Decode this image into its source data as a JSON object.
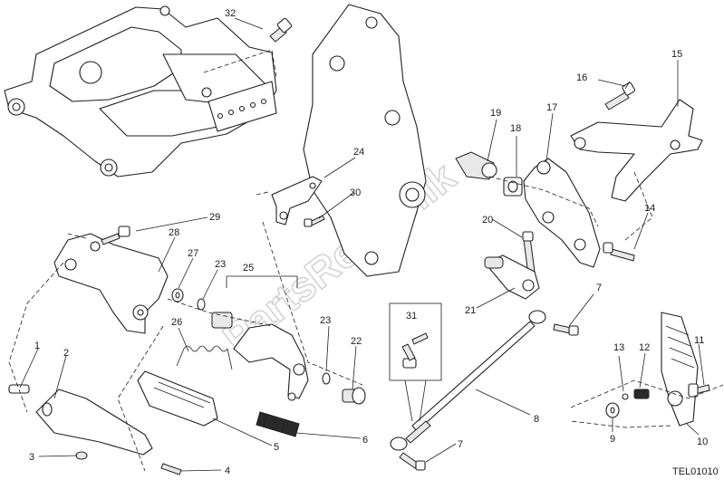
{
  "diagram": {
    "reference_code": "TEL01010",
    "watermark": "PartsRepublik",
    "callouts": [
      {
        "id": "c1",
        "label": "1"
      },
      {
        "id": "c2",
        "label": "2"
      },
      {
        "id": "c3",
        "label": "3"
      },
      {
        "id": "c4",
        "label": "4"
      },
      {
        "id": "c5",
        "label": "5"
      },
      {
        "id": "c6",
        "label": "6"
      },
      {
        "id": "c7a",
        "label": "7"
      },
      {
        "id": "c7b",
        "label": "7"
      },
      {
        "id": "c8",
        "label": "8"
      },
      {
        "id": "c9",
        "label": "9"
      },
      {
        "id": "c10",
        "label": "10"
      },
      {
        "id": "c11",
        "label": "11"
      },
      {
        "id": "c12",
        "label": "12"
      },
      {
        "id": "c13",
        "label": "13"
      },
      {
        "id": "c14",
        "label": "14"
      },
      {
        "id": "c15",
        "label": "15"
      },
      {
        "id": "c16",
        "label": "16"
      },
      {
        "id": "c17",
        "label": "17"
      },
      {
        "id": "c18",
        "label": "18"
      },
      {
        "id": "c19",
        "label": "19"
      },
      {
        "id": "c20",
        "label": "20"
      },
      {
        "id": "c21",
        "label": "21"
      },
      {
        "id": "c22",
        "label": "22"
      },
      {
        "id": "c23a",
        "label": "23"
      },
      {
        "id": "c23b",
        "label": "23"
      },
      {
        "id": "c24",
        "label": "24"
      },
      {
        "id": "c25",
        "label": "25"
      },
      {
        "id": "c26",
        "label": "26"
      },
      {
        "id": "c27",
        "label": "27"
      },
      {
        "id": "c28",
        "label": "28"
      },
      {
        "id": "c29",
        "label": "29"
      },
      {
        "id": "c30",
        "label": "30"
      },
      {
        "id": "c31",
        "label": "31"
      },
      {
        "id": "c32",
        "label": "32"
      }
    ]
  }
}
